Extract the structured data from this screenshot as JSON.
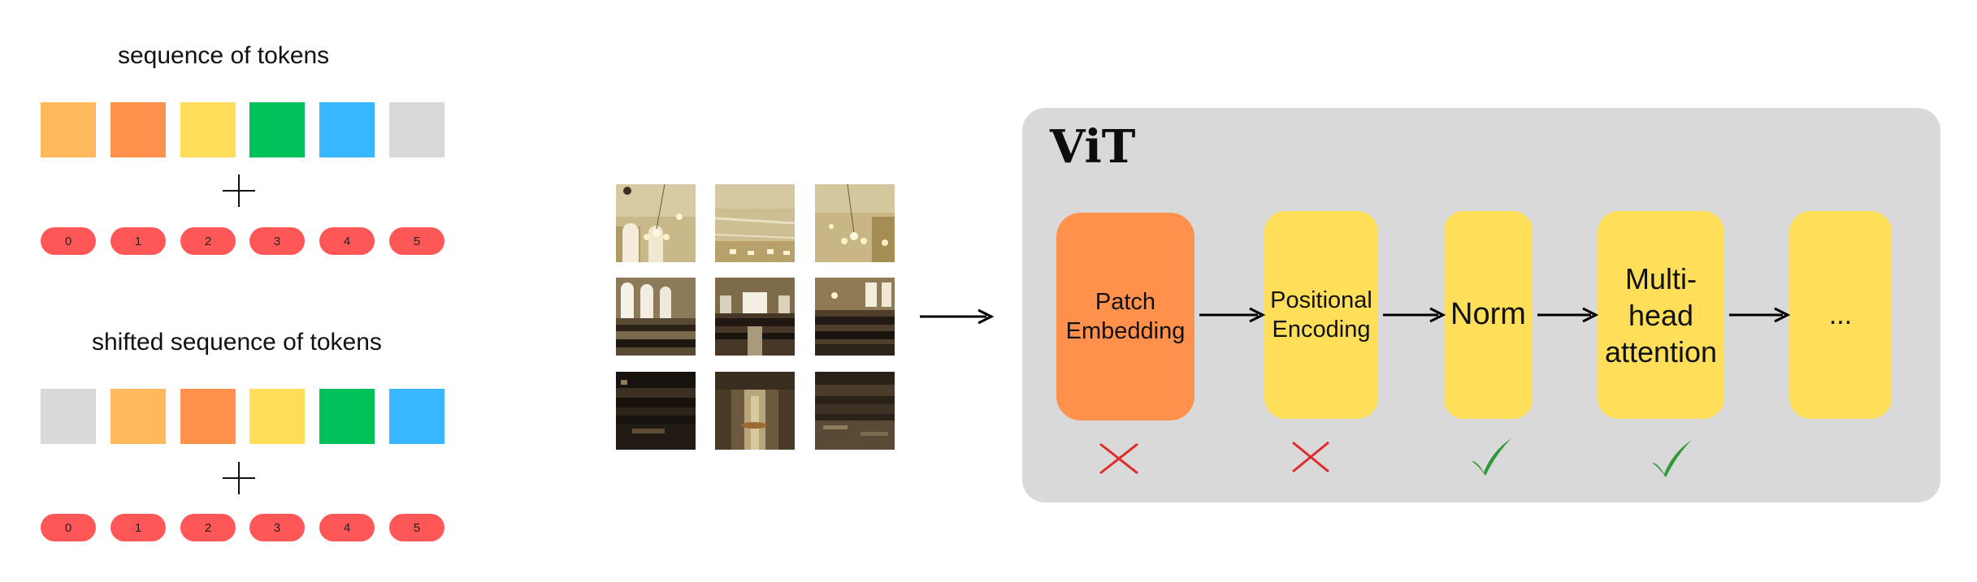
{
  "sequence_block": {
    "title": "sequence of tokens",
    "tokens": [
      "#ffb95c",
      "#ff914d",
      "#ffde59",
      "#00c05a",
      "#38b6ff",
      "#d9d9d9"
    ],
    "positions": [
      "0",
      "1",
      "2",
      "3",
      "4",
      "5"
    ]
  },
  "shifted_block": {
    "title": "shifted sequence of tokens",
    "tokens": [
      "#d9d9d9",
      "#ffb95c",
      "#ff914d",
      "#ffde59",
      "#00c05a",
      "#38b6ff"
    ],
    "positions": [
      "0",
      "1",
      "2",
      "3",
      "4",
      "5"
    ]
  },
  "pill_color": "#ff5757",
  "image_patches": {
    "rows": 3,
    "cols": 3,
    "subject": "library reading room photo split into 9 patches"
  },
  "vit": {
    "title": "ViT",
    "panel_color": "#d9d9d9",
    "blocks": [
      {
        "label": "Patch\nEmbedding",
        "color": "#ff914d",
        "status": "cross"
      },
      {
        "label": "Positional\nEncoding",
        "color": "#ffde59",
        "status": "cross"
      },
      {
        "label": "Norm",
        "color": "#ffde59",
        "status": "check"
      },
      {
        "label": "Multi-\nhead\nattention",
        "color": "#ffde59",
        "status": "check"
      },
      {
        "label": "...",
        "color": "#ffde59",
        "status": "none"
      }
    ],
    "cross_color": "#e02b2b",
    "check_color": "#2f9a3a"
  }
}
